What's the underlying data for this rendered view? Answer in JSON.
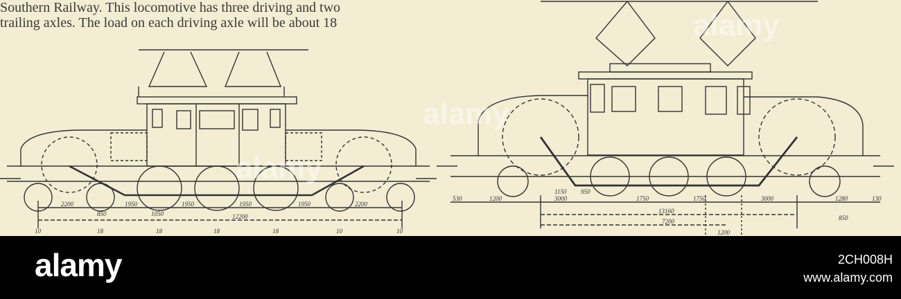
{
  "article": {
    "lines": [
      "Southern Railway.  This locomotive has three driving and two",
      "trailing axles.  The load on each driving axle will be about 18"
    ]
  },
  "left_drawing": {
    "dimensions": [
      "2200",
      "1950",
      "1950",
      "1950",
      "1950",
      "2200",
      "850",
      "1050",
      "12200"
    ],
    "axle_loads": [
      "10",
      "18",
      "18",
      "18",
      "18",
      "10",
      "10"
    ]
  },
  "right_drawing": {
    "dimensions": [
      "530",
      "1200",
      "1150",
      "950",
      "3000",
      "1750",
      "1750",
      "3000",
      "1280",
      "130",
      "13160",
      "7200",
      "850",
      "1200"
    ]
  },
  "footer": {
    "logo": "alamy",
    "image_id": "2CH008H",
    "site": "www.alamy.com"
  },
  "watermarks": [
    "alamy",
    "alamy",
    "alamy"
  ],
  "colors": {
    "paper": "#f2edd3",
    "ink": "#333333",
    "footer": "#000000"
  }
}
